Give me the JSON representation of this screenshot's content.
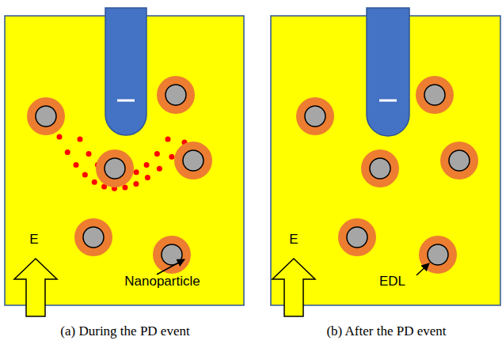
{
  "diagram": {
    "labels": [
      "E",
      "Nanoparticle",
      "(a) During the PD event",
      "E",
      "EDL",
      "(b) After the PD event"
    ]
  }
}
